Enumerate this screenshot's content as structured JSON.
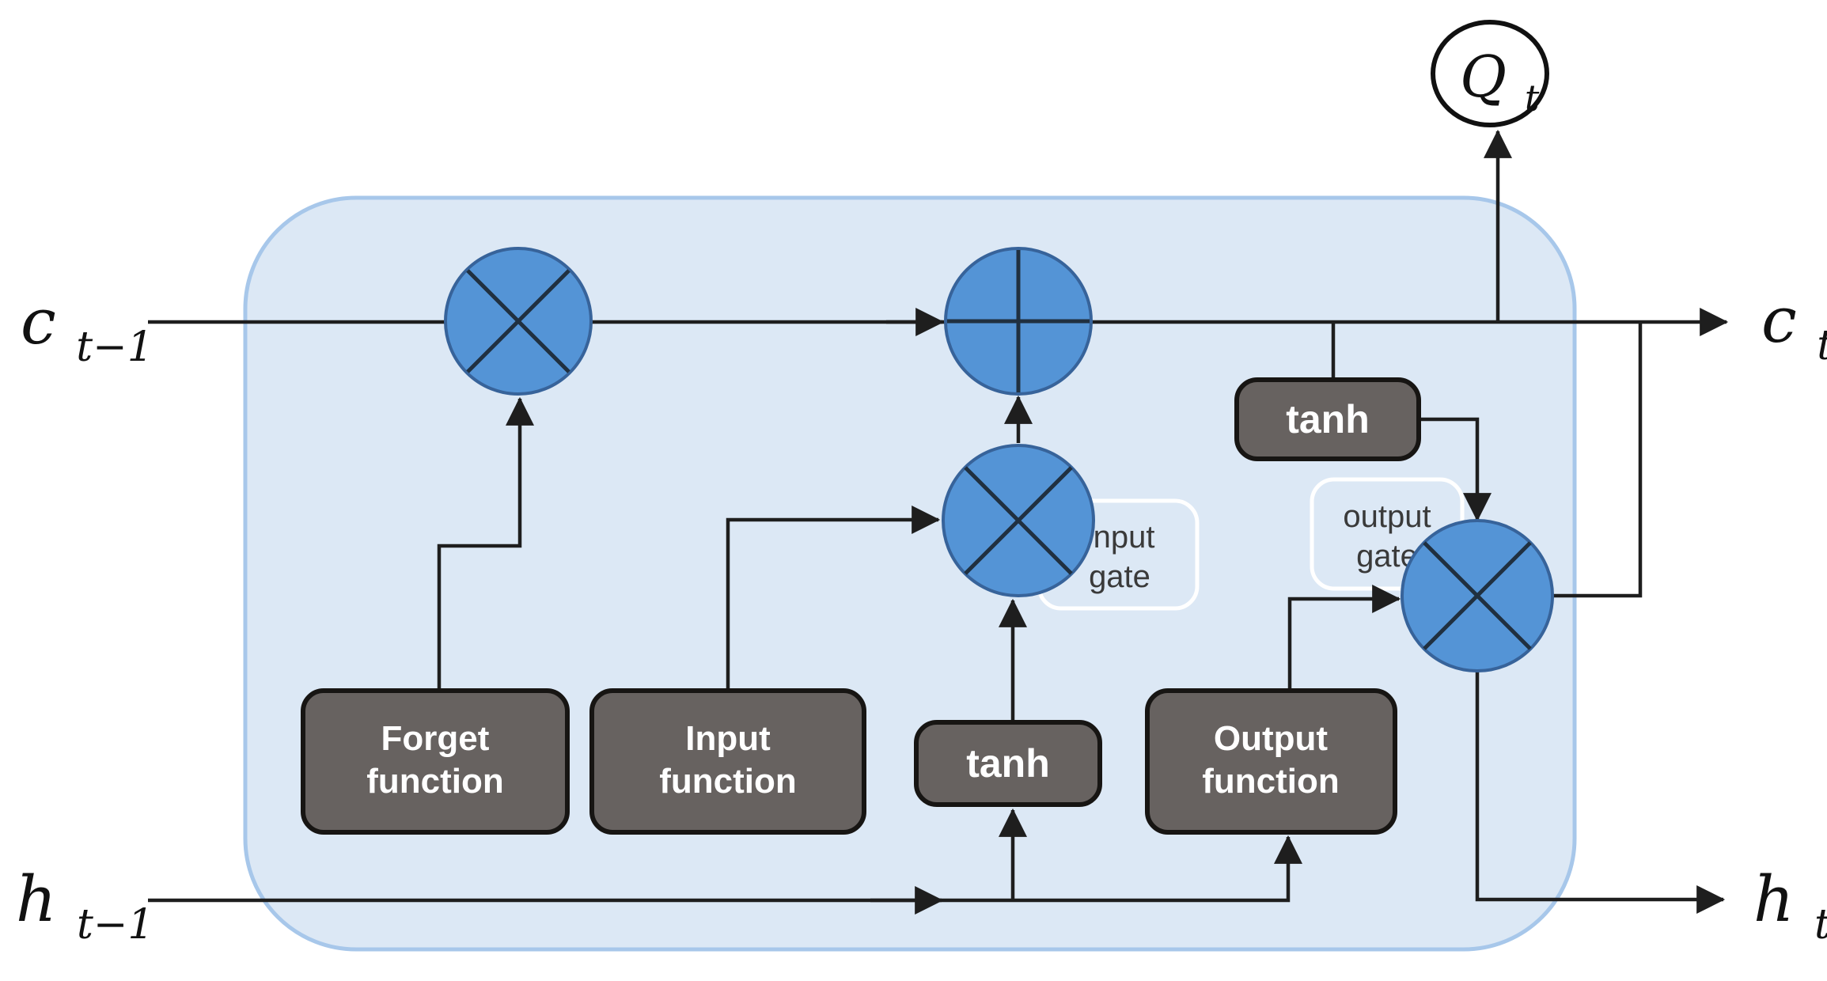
{
  "diagram_kind": "lstm-cell",
  "labels": {
    "c_prev": {
      "base": "c",
      "sub": "t−1"
    },
    "h_prev": {
      "base": "h",
      "sub": "t−1"
    },
    "c_next": {
      "base": "c",
      "sub": "t"
    },
    "h_next": {
      "base": "h",
      "sub": "t"
    },
    "q_out": {
      "base": "Q",
      "sub": "t"
    }
  },
  "boxes": {
    "forget": {
      "lines": [
        "Forget",
        "function"
      ]
    },
    "input": {
      "lines": [
        "Input",
        "function"
      ]
    },
    "tanh_lower": {
      "lines": [
        "tanh"
      ]
    },
    "output": {
      "lines": [
        "Output",
        "function"
      ]
    },
    "tanh_upper": {
      "lines": [
        "tanh"
      ]
    }
  },
  "gate_labels": {
    "input_gate": {
      "lines": [
        "Input",
        "gate"
      ]
    },
    "output_gate": {
      "lines": [
        "output",
        "gate"
      ]
    }
  },
  "node_glyphs": {
    "forget_multiply": "multiply",
    "add": "add",
    "input_multiply": "multiply",
    "output_multiply": "multiply"
  },
  "colors": {
    "background": "#ffffff",
    "container_fill": "#dce8f5",
    "container_border": "#a7c7ea",
    "node_fill": "#5494d6",
    "node_border": "#37639a",
    "node_glyph": "#203040",
    "box_fill": "#676260",
    "box_border": "#171513",
    "box_text": "#ffffff",
    "gate_border": "#ffffff",
    "gate_text": "#3a3a3a",
    "line_color": "#1e1e1e",
    "math_color": "#111111",
    "q_fill": "#ffffff",
    "q_border": "#111111"
  }
}
